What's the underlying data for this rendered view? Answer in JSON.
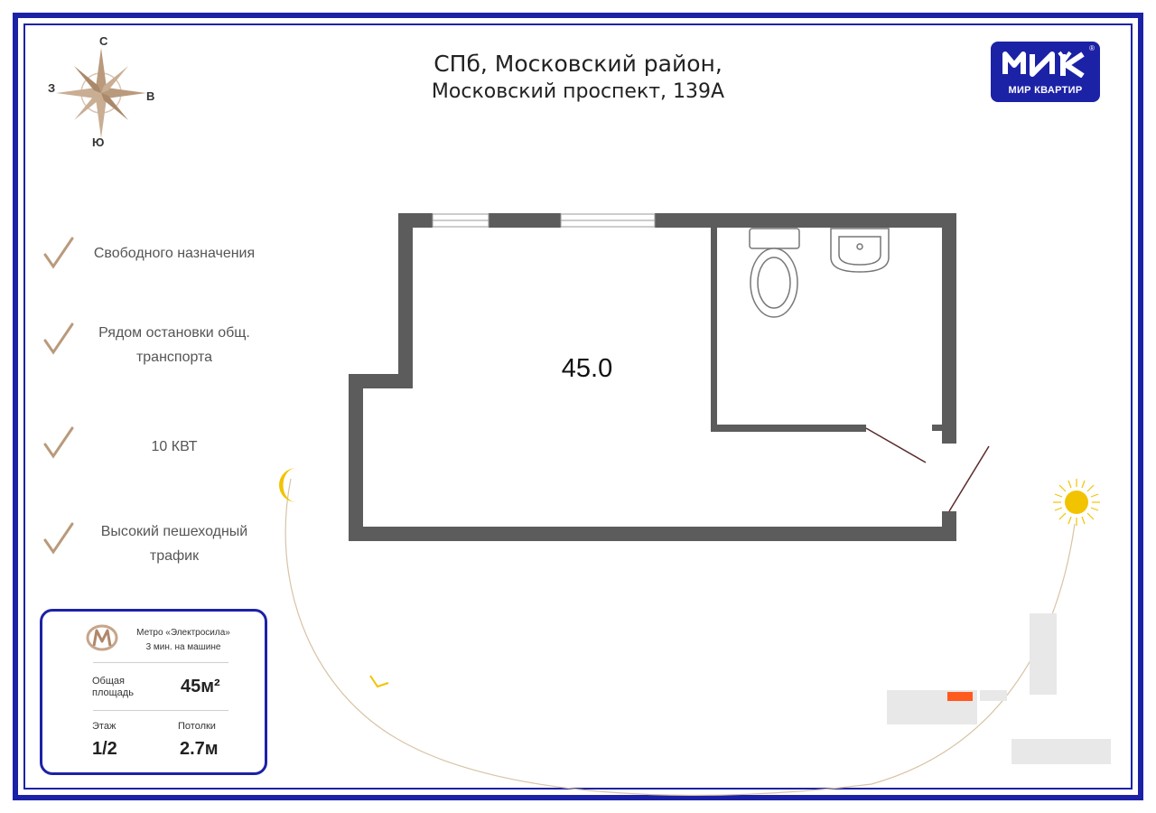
{
  "title": {
    "line1": "СПб, Московский район,",
    "line2": "Московский проспект, 139А"
  },
  "compass": {
    "north": "С",
    "south": "Ю",
    "west": "З",
    "east": "В"
  },
  "logo": {
    "text": "МИР КВАРТИР",
    "reg": "®"
  },
  "features": [
    {
      "label": "Свободного назначения"
    },
    {
      "label": "Рядом остановки общ. транспорта"
    },
    {
      "label": "10 КВТ"
    },
    {
      "label": "Высокий пешеходный трафик"
    }
  ],
  "plan": {
    "area": "45.0"
  },
  "info": {
    "metro_name": "Метро «Электросила»",
    "metro_time": "3 мин. на машине",
    "total_area_label": "Общая площадь",
    "total_area_value": "45м²",
    "floor_label": "Этаж",
    "floor_value": "1/2",
    "ceiling_label": "Потолки",
    "ceiling_value": "2.7м"
  },
  "colors": {
    "frame": "#1c22a6",
    "wall": "#5c5c5c",
    "accent": "#b99a7c",
    "sun": "#f2c300",
    "moon": "#f2c300",
    "marker": "#ff5a1f"
  }
}
